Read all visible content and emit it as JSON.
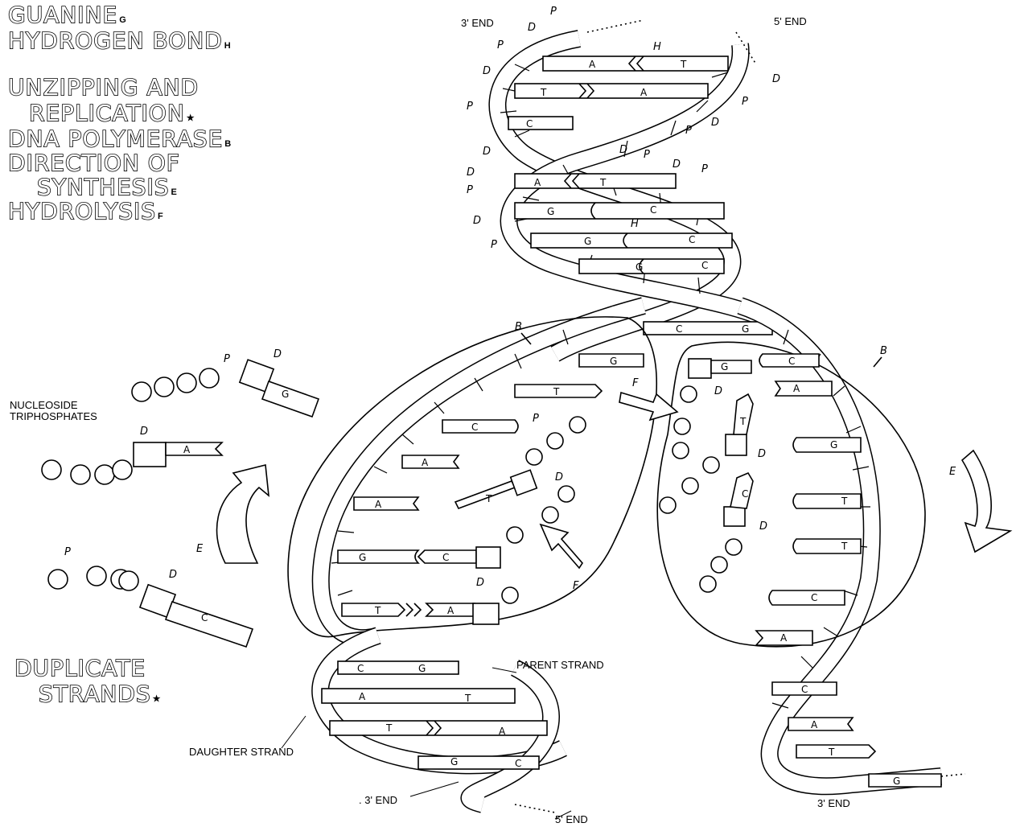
{
  "legend": {
    "guanine": {
      "text": "GUANINE",
      "key": "G"
    },
    "hydrogen_bond": {
      "text": "HYDROGEN BOND",
      "key": "H"
    },
    "unzipping_1": {
      "text": "UNZIPPING AND"
    },
    "unzipping_2": {
      "text": "REPLICATION",
      "key": "★"
    },
    "polymerase": {
      "text": "DNA POLYMERASE",
      "key": "B"
    },
    "direction_1": {
      "text": "DIRECTION OF"
    },
    "direction_2": {
      "text": "SYNTHESIS",
      "key": "E"
    },
    "hydrolysis": {
      "text": "HYDROLYSIS",
      "key": "F"
    },
    "duplicate_1": {
      "text": "DUPLICATE"
    },
    "duplicate_2": {
      "text": "STRANDS",
      "key": "★"
    }
  },
  "labels": {
    "three_end_top": "3' END",
    "five_end_top": "5' END",
    "nucleoside_1": "NUCLEOSIDE",
    "nucleoside_2": "TRIPHOSPHATES",
    "parent_strand": "PARENT STRAND",
    "daughter_strand": "DAUGHTER STRAND",
    "three_end_bottom_left": ". 3' END",
    "five_end_bottom": "5' END",
    "three_end_bottom_right": "3' END"
  },
  "bases": {
    "top_pairs": [
      [
        "A",
        "T"
      ],
      [
        "T",
        "A"
      ],
      [
        "C",
        ""
      ],
      [
        "A",
        "T"
      ],
      [
        "G",
        "C"
      ],
      [
        "G",
        "C"
      ],
      [
        "G",
        "C"
      ]
    ],
    "top_h": "H",
    "mid_h": "H",
    "fork_pairs": [
      [
        "C",
        "G"
      ]
    ],
    "left_template": [
      "G",
      "T",
      "C",
      "A",
      "A",
      "G",
      "T"
    ],
    "left_new": [
      "C",
      "A"
    ],
    "right_template": [
      "C",
      "A",
      "G",
      "T",
      "T",
      "C",
      "A"
    ],
    "right_new": [
      "G"
    ],
    "free_left": [
      "T"
    ],
    "free_right": [
      "T",
      "C"
    ],
    "bottom_left_pairs": [
      [
        "C",
        "G"
      ],
      [
        "A",
        "T"
      ],
      [
        "T",
        "A"
      ],
      [
        "G",
        "C"
      ]
    ],
    "bottom_right": [
      "C",
      "A",
      "T",
      "G"
    ],
    "triphosphates": [
      "G",
      "A",
      "C"
    ]
  },
  "tags": {
    "P": "P",
    "D": "D",
    "B": "B",
    "E": "E",
    "F": "F",
    "H": "H"
  },
  "colors": {
    "ink": "#000000",
    "paper": "#ffffff"
  }
}
